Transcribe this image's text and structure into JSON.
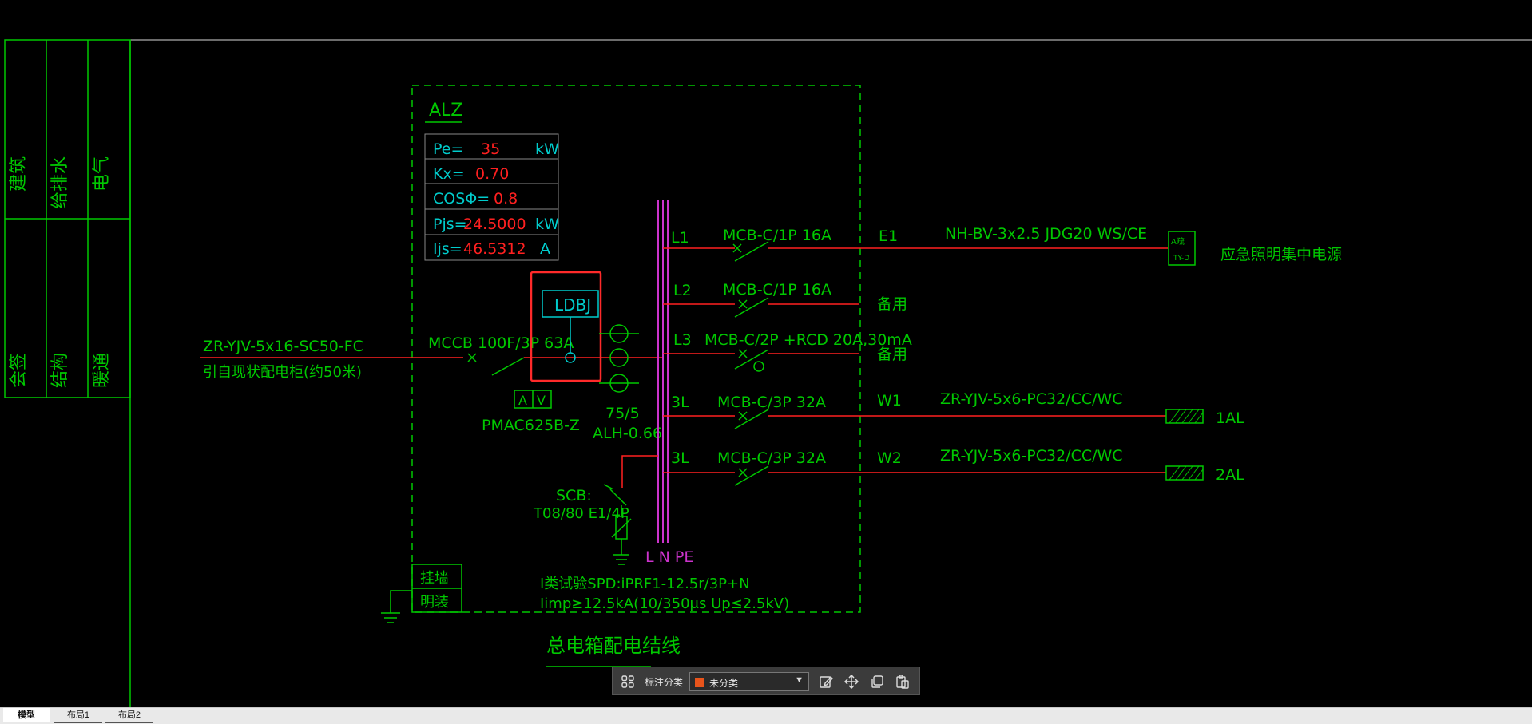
{
  "title_block": {
    "top": [
      "建筑",
      "给排水",
      "电气"
    ],
    "bottom": [
      "会签",
      "结构",
      "暖通"
    ]
  },
  "box_title": "ALZ",
  "params": [
    {
      "label": "Pe=",
      "value": "35",
      "unit": "kW"
    },
    {
      "label": "Kx=",
      "value": "0.70",
      "unit": ""
    },
    {
      "label": "COSΦ=",
      "value": "0.8",
      "unit": ""
    },
    {
      "label": "Pjs=",
      "value": "24.5000",
      "unit": "kW"
    },
    {
      "label": "Ijs=",
      "value": "46.5312",
      "unit": "A"
    }
  ],
  "incoming": {
    "cable": "ZR-YJV-5x16-SC50-FC",
    "note": "引自现状配电柜(约50米)",
    "breaker": "MCCB 100F/3P 63A",
    "ldbj": "LDBJ",
    "meter_a": "A",
    "meter_v": "V",
    "meter_model": "PMAC625B-Z",
    "ct_ratio": "75/5",
    "ct_model": "ALH-0.66"
  },
  "spd": {
    "label1": "SCB:",
    "label2": "T08/80 E1/4P",
    "line1": "I类试验SPD:iPRF1-12.5r/3P+N",
    "line2": "Iimp≥12.5kA(10/350μs Up≤2.5kV)"
  },
  "bus_label": "L N PE",
  "mounting": {
    "line1": "挂墙",
    "line2": "明装"
  },
  "circuits": [
    {
      "phase": "L1",
      "breaker": "MCB-C/1P 16A",
      "code": "E1",
      "cable": "NH-BV-3x2.5 JDG20 WS/CE",
      "load": "应急照明集中电源"
    },
    {
      "phase": "L2",
      "breaker": "MCB-C/1P 16A",
      "code": "备用",
      "cable": "",
      "load": ""
    },
    {
      "phase": "L3",
      "breaker": "MCB-C/2P +RCD 20A,30mA",
      "code": "备用",
      "cable": "",
      "load": ""
    },
    {
      "phase": "3L",
      "breaker": "MCB-C/3P 32A",
      "code": "W1",
      "cable": "ZR-YJV-5x6-PC32/CC/WC",
      "load": "1AL"
    },
    {
      "phase": "3L",
      "breaker": "MCB-C/3P 32A",
      "code": "W2",
      "cable": "ZR-YJV-5x6-PC32/CC/WC",
      "load": "2AL"
    }
  ],
  "eps_symbol": {
    "line1": "A疏",
    "line2": "TY-D"
  },
  "drawing_title": "总电箱配电结线",
  "toolbar": {
    "label": "标注分类",
    "value": "未分类"
  },
  "tabs": [
    "模型",
    "布局1",
    "布局2"
  ],
  "colors": {
    "cad_green": "#00c800",
    "cad_red": "#ff2020",
    "cad_cyan": "#00cccc",
    "cad_magenta": "#cc33cc",
    "selection_red": "#ff2a2a"
  }
}
